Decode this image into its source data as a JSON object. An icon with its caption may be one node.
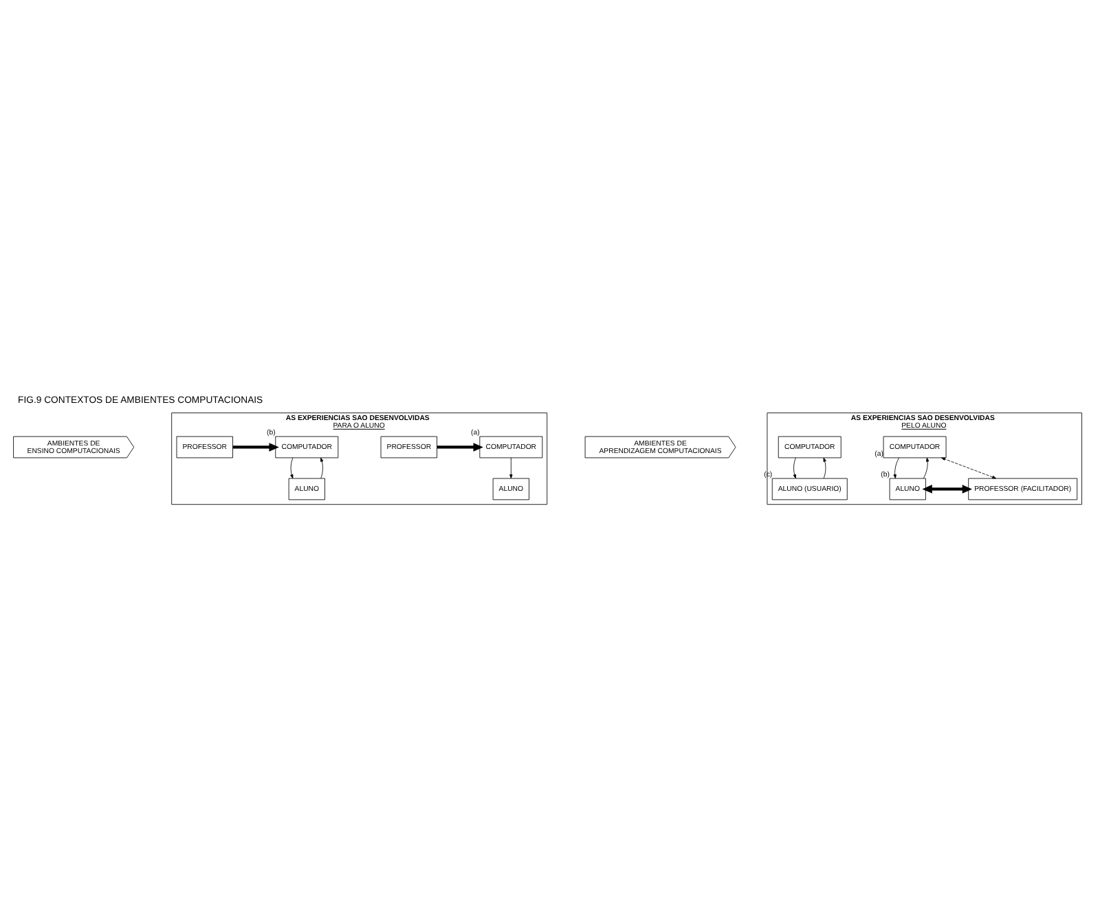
{
  "diagram": {
    "title": "FIG.9 CONTEXTOS DE AMBIENTES COMPUTACIONAIS",
    "nodes": [
      {
        "text": [
          "AMBIENTES DE ENSINO COMPUTACIONAIS"
        ]
      },
      {
        "text": [
          "AS EXPERIENCIAS SAO DESENVOLVIDAS",
          "PARA O ALUNO"
        ]
      },
      {
        "text": [
          "COMPUTADOR"
        ],
        "in": 1,
        "beside": [
          "(a)"
        ]
      },
      {
        "text": [
          "PROFESSOR"
        ],
        "in": 1
      },
      {
        "text": [
          "ALUNO"
        ],
        "in": 1
      },
      {
        "text": [
          "COMPUTADOR"
        ],
        "in": 1,
        "beside": [
          "(b)"
        ]
      },
      {
        "text": [
          "PROFESSOR"
        ],
        "in": 1
      },
      {
        "text": [
          "ALUNO"
        ],
        "in": 1
      },
      {
        "text": [
          "AMBIENTES DE APRENDIZAGEM COMPUTACIONAIS"
        ]
      },
      {
        "text": [
          "AS EXPERIENCIAS SAO DESENVOLVIDAS",
          "PELO ALUNO"
        ]
      },
      {
        "text": [
          "COMPUTADOR"
        ],
        "in": 9,
        "beside": [
          "(a)"
        ]
      },
      {
        "text": [
          "ALUNO"
        ],
        "in": 9,
        "beside": [
          "(b)"
        ]
      },
      {
        "text": [
          "PROFESSOR (FACILITADOR)"
        ],
        "in": 9
      },
      {
        "text": [
          "COMPUTADOR"
        ],
        "in": 9
      },
      {
        "text": [
          "ALUNO (USUARIO)"
        ],
        "in": 9,
        "beside": [
          "(c)"
        ]
      }
    ],
    "edges": [
      {
        "from": 3,
        "to": 2,
        "arrow": "to",
        "style": "thick"
      },
      {
        "from": 2,
        "to": 4,
        "arrow": "to"
      },
      {
        "from": 6,
        "to": 5,
        "arrow": "to",
        "style": "thick"
      },
      {
        "from": 5,
        "to": 7,
        "arrow": "to"
      },
      {
        "from": 7,
        "to": 5,
        "arrow": "to"
      },
      {
        "from": 10,
        "to": 11,
        "arrow": "to"
      },
      {
        "from": 11,
        "to": 10,
        "arrow": "to"
      },
      {
        "from": 12,
        "to": 10,
        "arrow": "both",
        "style": "dashed"
      },
      {
        "from": 11,
        "to": 12,
        "arrow": "both",
        "style": "thick"
      },
      {
        "from": 13,
        "to": 14,
        "arrow": "to"
      },
      {
        "from": 14,
        "to": 13,
        "arrow": "to"
      }
    ]
  }
}
